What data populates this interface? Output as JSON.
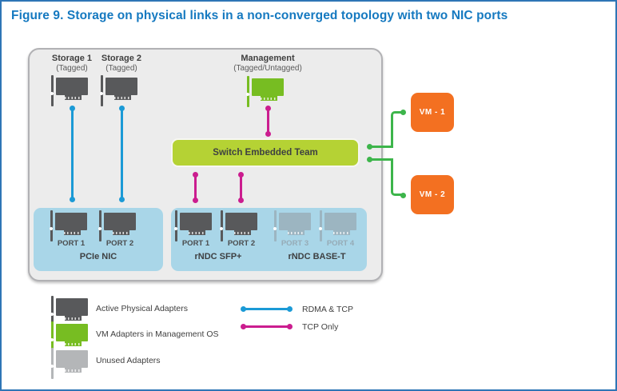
{
  "title": "Figure 9. Storage on physical links in a non-converged topology with two NIC ports",
  "diagram": {
    "storage1": {
      "name": "Storage 1",
      "tag": "(Tagged)"
    },
    "storage2": {
      "name": "Storage 2",
      "tag": "(Tagged)"
    },
    "management": {
      "name": "Management",
      "tag": "(Tagged/Untagged)"
    },
    "set": {
      "label": "Switch Embedded Team"
    },
    "vm1": {
      "label": "VM - 1"
    },
    "vm2": {
      "label": "VM - 2"
    },
    "pcie": {
      "title": "PCIe NIC",
      "port1": "PORT 1",
      "port2": "PORT 2"
    },
    "rndc_sfp": {
      "title": "rNDC SFP+",
      "port1": "PORT 1",
      "port2": "PORT 2"
    },
    "rndc_baset": {
      "title": "rNDC BASE-T",
      "port3": "PORT 3",
      "port4": "PORT 4"
    }
  },
  "legend": {
    "active_adapters": "Active Physical Adapters",
    "vm_adapters": "VM Adapters in Management OS",
    "unused_adapters": "Unused Adapters",
    "rdma_tcp": "RDMA & TCP",
    "tcp_only": "TCP Only"
  },
  "colors": {
    "title_blue": "#1579c0",
    "page_border_blue": "#2e75b6",
    "rdma_line_blue": "#1b9ad6",
    "tcp_line_magenta": "#cb1d8f",
    "vm_connector_green": "#3db54b",
    "set_box_green": "#b5d234",
    "vm_adapter_green": "#77bd22",
    "vm_box_orange": "#f37021",
    "nic_box_light_blue": "#a9d6e8",
    "active_adapter_gray": "#58595b",
    "unused_adapter_gray": "#b4b6b8",
    "canvas_gray": "#ececec"
  }
}
